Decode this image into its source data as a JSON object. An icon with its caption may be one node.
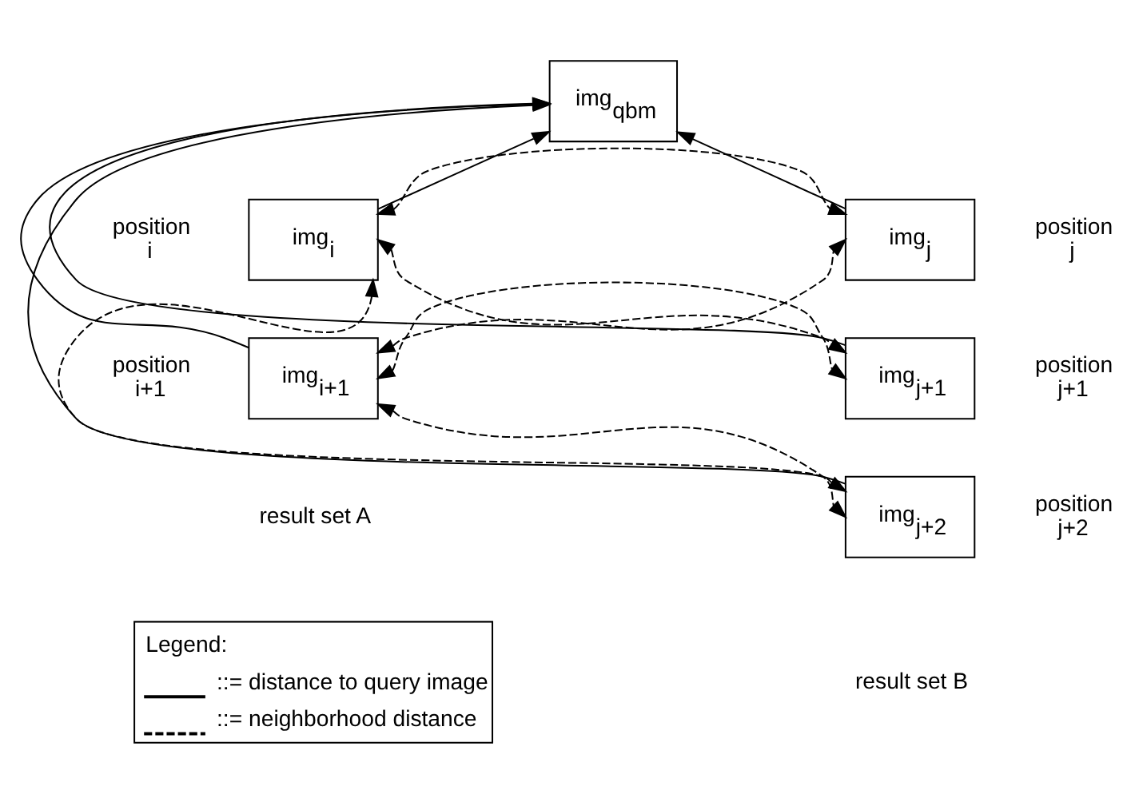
{
  "diagram": {
    "nodes": [
      {
        "text": [
          "img$_{qbm}$"
        ]
      },
      {
        "text": [
          "img$_{i}$"
        ],
        "beside": [
          "position i"
        ]
      },
      {
        "text": [
          "img$_{i+1}$"
        ],
        "beside": [
          "position i+1"
        ]
      },
      {
        "text": [
          "img$_{j}$"
        ],
        "beside": [
          "position j"
        ]
      },
      {
        "text": [
          "img$_{j+1}$"
        ],
        "beside": [
          "position j+1"
        ]
      },
      {
        "text": [
          "img$_{j+2}$"
        ],
        "beside": [
          "position j+2"
        ]
      }
    ],
    "edges": [
      {
        "from": 1,
        "to": 0,
        "arrow": "to"
      },
      {
        "from": 2,
        "to": 0,
        "arrow": "to"
      },
      {
        "from": 3,
        "to": 0,
        "arrow": "to"
      },
      {
        "from": 4,
        "to": 0,
        "arrow": "to"
      },
      {
        "from": 5,
        "to": 0,
        "arrow": "to"
      },
      {
        "from": 1,
        "to": 3,
        "arrow": "both",
        "style": "dashed"
      },
      {
        "from": 1,
        "to": 4,
        "arrow": "both",
        "style": "dashed"
      },
      {
        "from": 1,
        "to": 5,
        "arrow": "both",
        "style": "dashed"
      },
      {
        "from": 2,
        "to": 3,
        "arrow": "both",
        "style": "dashed"
      },
      {
        "from": 2,
        "to": 4,
        "arrow": "both",
        "style": "dashed"
      },
      {
        "from": 2,
        "to": 5,
        "arrow": "both",
        "style": "dashed"
      }
    ],
    "labels": [
      "result set A",
      "result set B",
      "Legend:"
    ],
    "legend": [
      {
        "text": "::= distance to query image"
      },
      {
        "text": "::= neighborhood distance"
      }
    ]
  }
}
